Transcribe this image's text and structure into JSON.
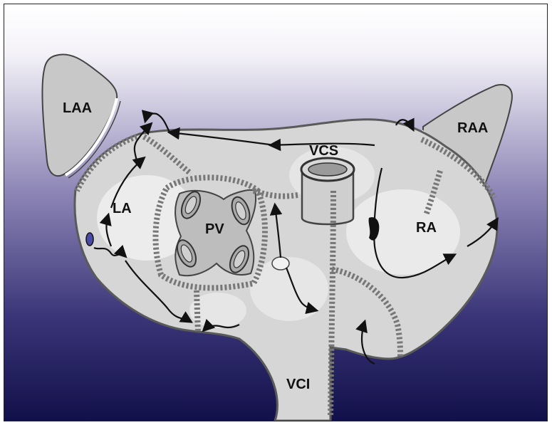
{
  "diagram": {
    "labels": {
      "laa": "LAA",
      "raa": "RAA",
      "vcs": "VCS",
      "la": "LA",
      "pv": "PV",
      "ra": "RA",
      "vci": "VCI"
    },
    "colors": {
      "background_top": "#ffffff",
      "background_bottom": "#12104a",
      "tissue": "#d8d8d8",
      "tissue_edge": "#5a5a5a",
      "line": "#111111",
      "lesion": "#7c7c7c"
    }
  }
}
